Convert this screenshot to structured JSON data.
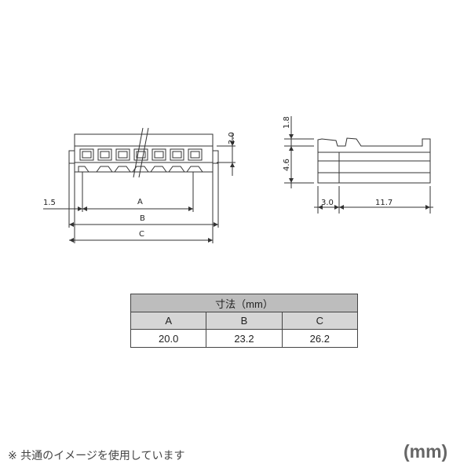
{
  "dimensions": {
    "front": {
      "pitch": "1.5",
      "a": "A",
      "b": "B",
      "c": "C",
      "height": "2.0"
    },
    "side": {
      "top": "1.8",
      "mid": "4.6",
      "front": "3.0",
      "depth": "11.7"
    }
  },
  "spec_table": {
    "title": "寸法（mm）",
    "headers": [
      "A",
      "B",
      "C"
    ],
    "values": [
      "20.0",
      "23.2",
      "26.2"
    ]
  },
  "footnote": "※ 共通のイメージを使用しています",
  "unit": "(mm)"
}
